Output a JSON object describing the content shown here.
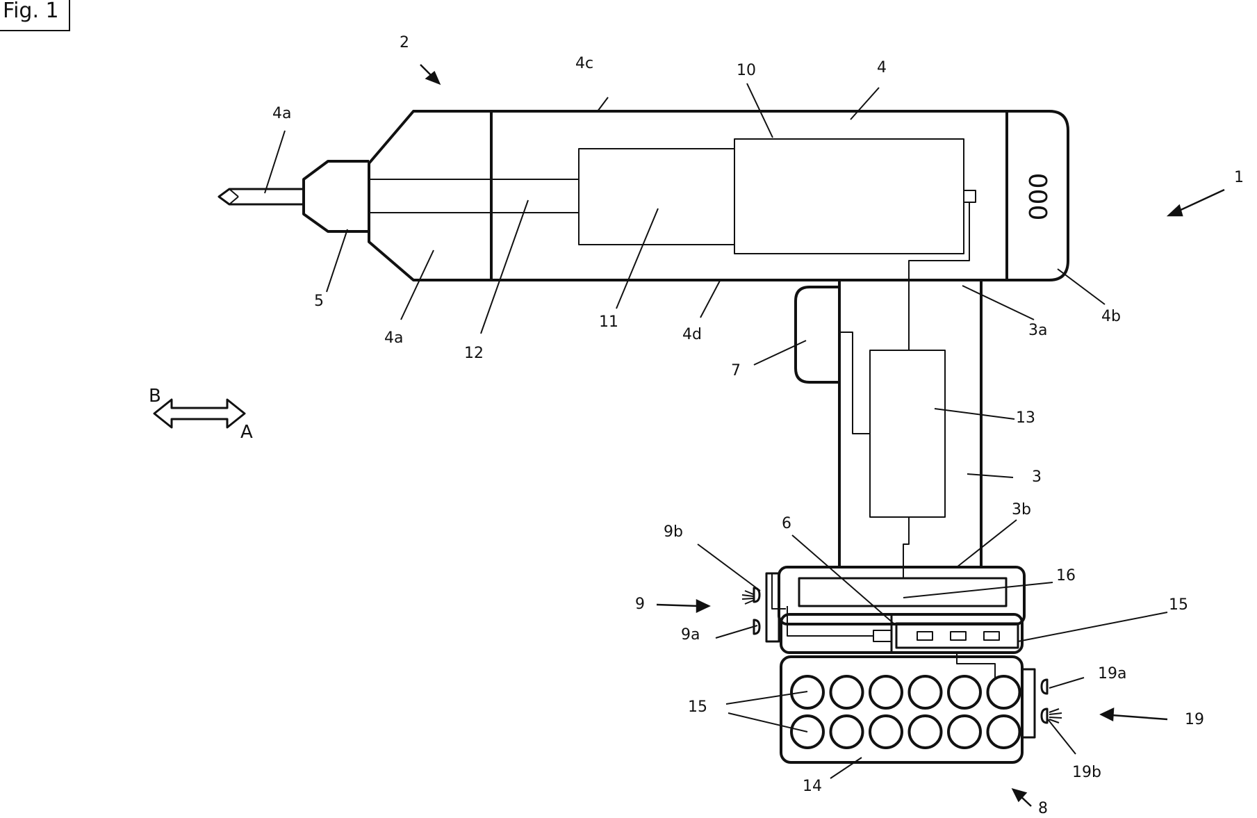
{
  "figure": {
    "label": "Fig. 1",
    "display_text": "000",
    "direction_labels": {
      "forward": "A",
      "backward": "B"
    },
    "reference_numerals": {
      "tool": "1",
      "tool_body": "2",
      "grip": "3",
      "grip_upper_end": "3a",
      "grip_lower_end": "3b",
      "housing": "4",
      "housing_front": "4a",
      "housing_rear": "4b",
      "housing_top": "4c",
      "housing_bottom": "4d",
      "chuck": "5",
      "battery_interface": "6",
      "trigger": "7",
      "battery_pack": "8",
      "pack_indicator": "9",
      "pack_indicator_a": "9a",
      "pack_indicator_b": "9b",
      "motor": "10",
      "gearbox": "11",
      "spindle": "12",
      "controller": "13",
      "pack_housing": "14",
      "cells": "15",
      "pack_electronics": "16",
      "cell_indicator": "19",
      "cell_indicator_a": "19a",
      "cell_indicator_b": "19b"
    }
  },
  "colors": {
    "line": "#111111",
    "background": "#ffffff"
  }
}
